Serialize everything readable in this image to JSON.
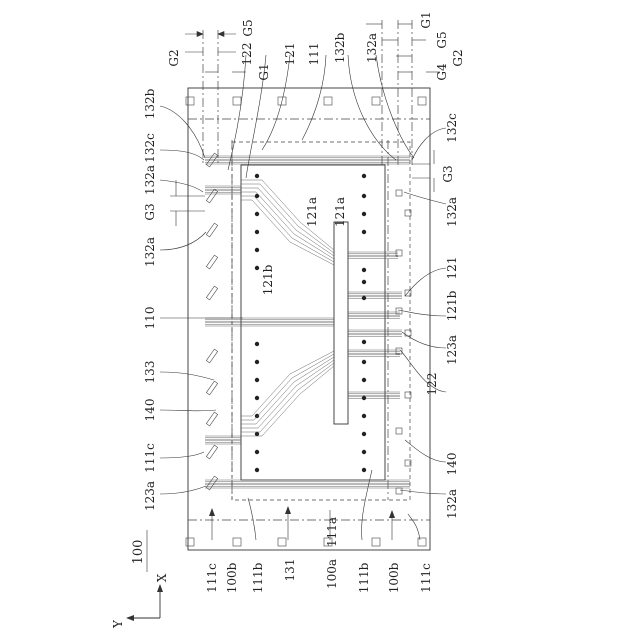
{
  "labels_left": [
    "132b",
    "132c",
    "132a",
    "G3",
    "132a",
    "110",
    "133",
    "140",
    "111c",
    "123a"
  ],
  "labels_top_left": [
    "G2",
    "G5",
    "G1",
    "122",
    "121",
    "111",
    "132b",
    "132a"
  ],
  "labels_top_right": [
    "G1",
    "G5",
    "G2",
    "G4"
  ],
  "labels_right": [
    "132c",
    "G3",
    "132a",
    "121",
    "121b",
    "123a",
    "122",
    "140",
    "132a"
  ],
  "labels_bottom": [
    "111c",
    "100b",
    "111b",
    "131",
    "100a",
    "111a",
    "111b",
    "100b",
    "111c"
  ],
  "labels_inner": [
    "121a",
    "121a",
    "121b"
  ],
  "figure_ref": "100",
  "axis_x": "X",
  "axis_y": "Y"
}
